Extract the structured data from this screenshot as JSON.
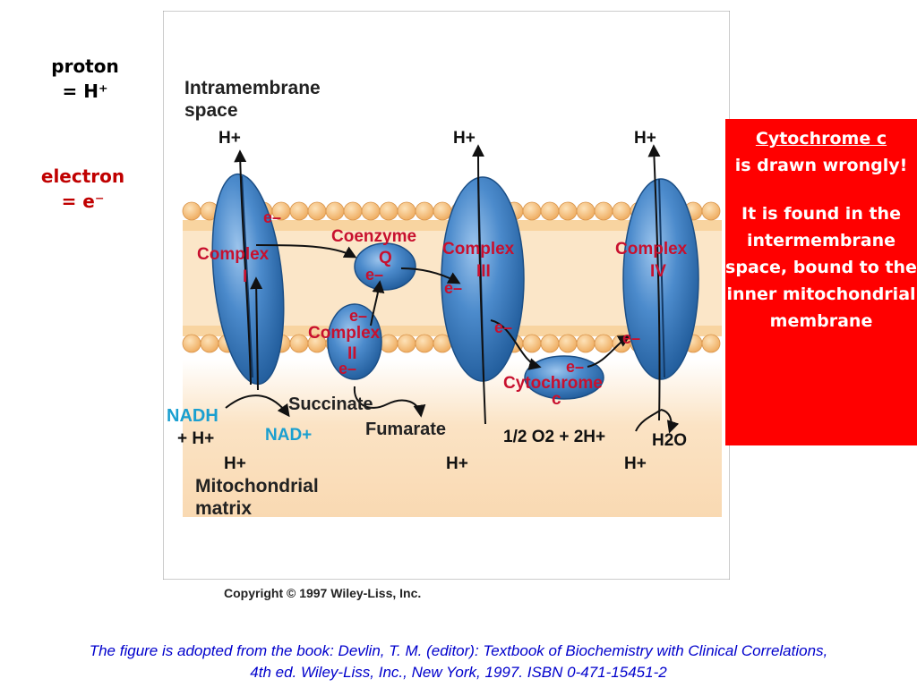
{
  "legend": {
    "proton_line1": "proton",
    "proton_line2": "= H⁺",
    "electron_line1": "electron",
    "electron_line2": "= e⁻"
  },
  "figure": {
    "space_top_line1": "Intramembrane",
    "space_top_line2": "space",
    "matrix_line1": "Mitochondrial",
    "matrix_line2": "matrix",
    "h_plus": "H+",
    "electron": "e–",
    "complex_word": "Complex",
    "complex_1_num": "I",
    "complex_2_num": "II",
    "complex_3_num": "III",
    "complex_4_num": "IV",
    "coenzyme_line1": "Coenzyme",
    "coenzyme_line2": "Q",
    "cytochrome_line1": "Cytochrome",
    "cytochrome_line2": "c",
    "nadh": "NADH",
    "nadh_plus_h": "+ H+",
    "nad_plus": "NAD+",
    "succinate": "Succinate",
    "fumarate": "Fumarate",
    "oxygen_eq": "1/2 O2 + 2H+",
    "water": "H2O"
  },
  "callout": {
    "title": "Cytochrome c",
    "line1_rest": "is drawn wrongly!",
    "body": "It is found in the intermembrane space, bound to the inner mitochondrial membrane"
  },
  "copyright": "Copyright © 1997 Wiley-Liss, Inc.",
  "caption": {
    "line1": "The figure is adopted from the book: Devlin, T. M. (editor): Textbook of Biochemistry with Clinical Correlations,",
    "line2": "4th ed. Wiley-Liss, Inc., New York, 1997. ISBN 0-471-15451-2"
  },
  "colors": {
    "membrane": "#f7c98a",
    "lipid_head": "#f5bf78",
    "protein": "#3f7fc0",
    "label_red": "#c8102e",
    "label_cyan": "#1a9fd0",
    "callout_bg": "#ff0000",
    "caption": "#0000cc"
  }
}
